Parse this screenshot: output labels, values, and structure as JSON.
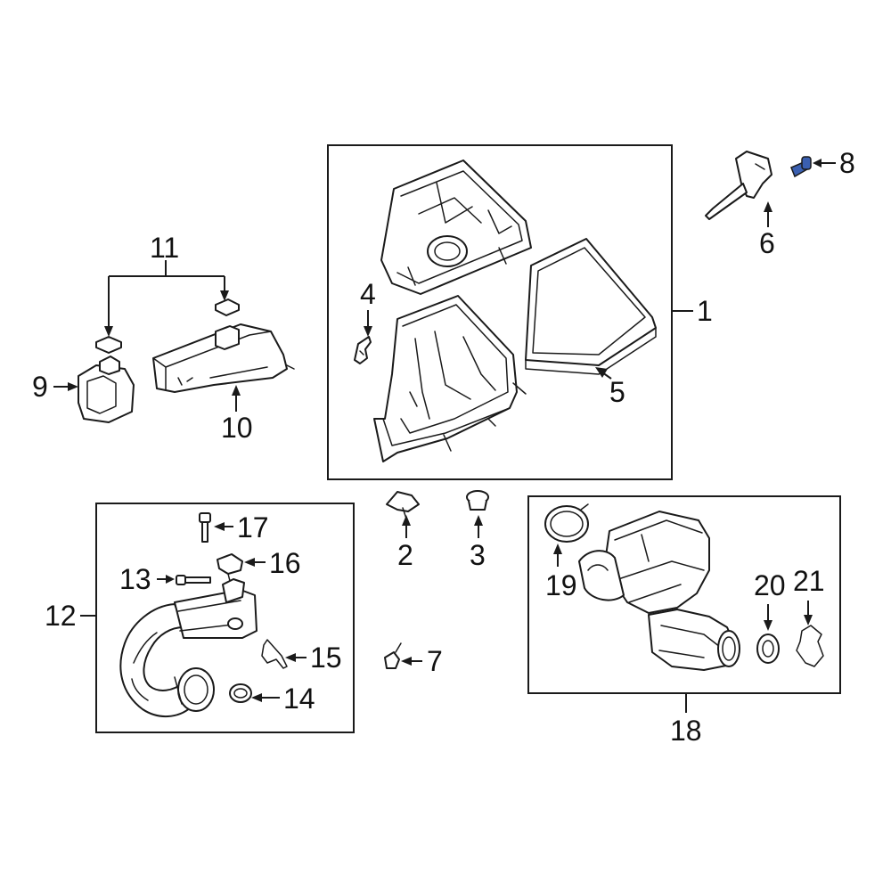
{
  "callouts": {
    "c1": "1",
    "c2": "2",
    "c3": "3",
    "c4": "4",
    "c5": "5",
    "c6": "6",
    "c7": "7",
    "c8": "8",
    "c9": "9",
    "c10": "10",
    "c11": "11",
    "c12": "12",
    "c13": "13",
    "c14": "14",
    "c15": "15",
    "c16": "16",
    "c17": "17",
    "c18": "18",
    "c19": "19",
    "c20": "20",
    "c21": "21"
  },
  "colors": {
    "line": "#1a1a1a",
    "highlight_part": "#3a5fb0",
    "background": "#ffffff"
  }
}
